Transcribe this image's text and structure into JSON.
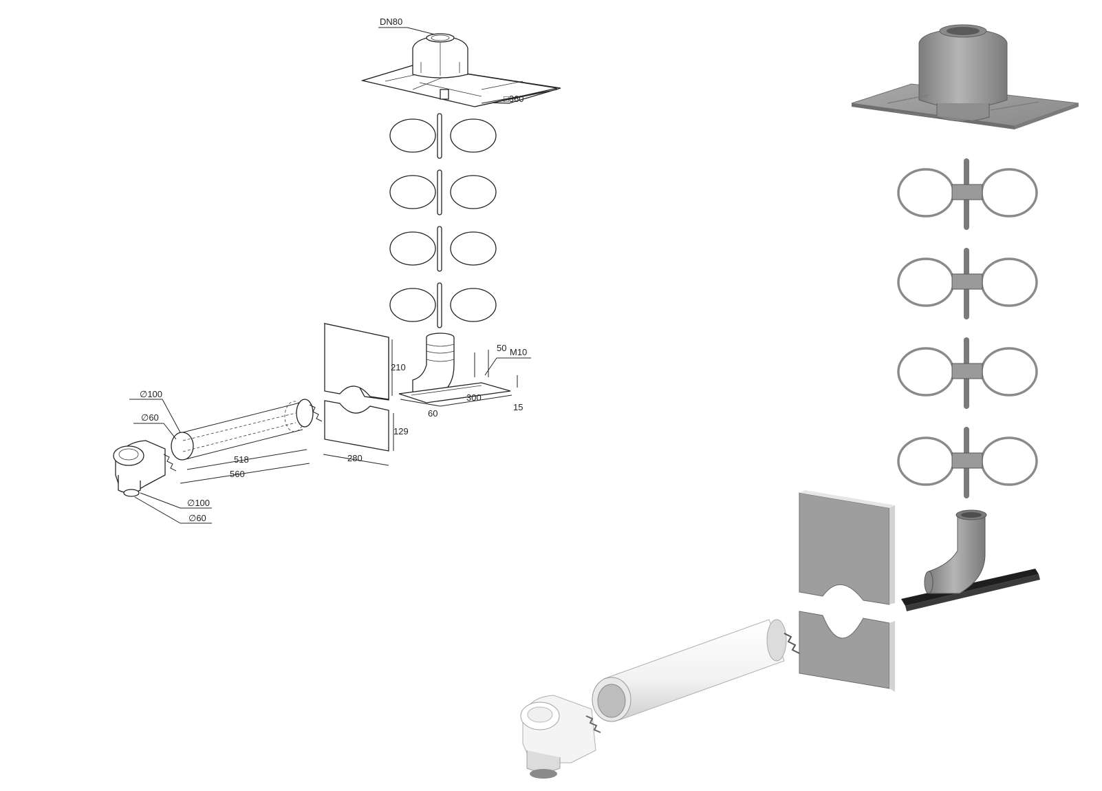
{
  "drawing": {
    "labels": {
      "dn": "DN80",
      "plate_square": "□360",
      "height_210": "210",
      "dim_50": "50",
      "thread": "M10",
      "dim_300": "300",
      "dim_15": "15",
      "dim_60": "60",
      "dim_129": "129",
      "dim_280": "280",
      "dia_100_top": "∅100",
      "dia_60_top": "∅60",
      "len_518": "518",
      "len_560": "560",
      "dia_100_bottom": "∅100",
      "dia_60_bottom": "∅60"
    },
    "colors": {
      "line": "#222222",
      "render_grey": "#9a9a9a",
      "render_dark": "#6e6e6e",
      "render_light": "#d9d9d9",
      "bracket_black": "#1e1e1e"
    }
  }
}
